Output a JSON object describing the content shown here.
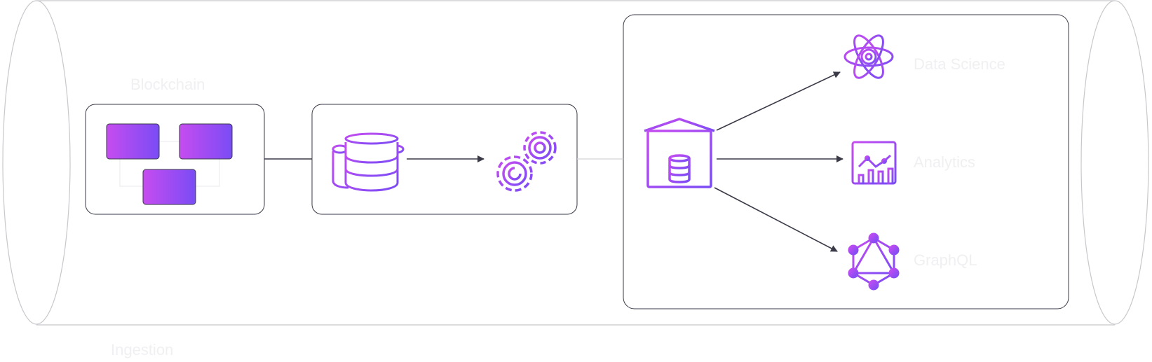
{
  "labels": {
    "blockchain": "Blockchain",
    "ingestion": "Ingestion",
    "data_science": "Data Science",
    "analytics": "Analytics",
    "graphql": "GraphQL"
  },
  "colors": {
    "gradient_start": "#c64cf0",
    "gradient_end": "#7a4cf5",
    "stroke": "#3a3a48",
    "pipe": "#c8c8cc",
    "label": "#f0f0f3"
  },
  "icons": {
    "source_blocks": "blockchain-blocks-icon",
    "storage": "database-stack-icon",
    "processing": "gears-icon",
    "warehouse": "data-warehouse-icon",
    "data_science": "atom-icon",
    "analytics": "analytics-dashboard-icon",
    "graphql": "graphql-icon"
  }
}
